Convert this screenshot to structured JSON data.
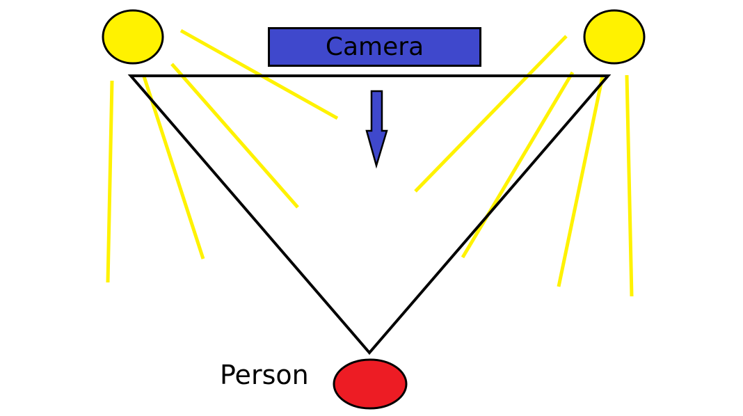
{
  "labels": {
    "camera": "Camera",
    "person": "Person"
  },
  "colors": {
    "light": "#fff200",
    "camera": "#3f48cc",
    "person": "#ed1c24",
    "outline": "#000000",
    "background": "#ffffff"
  },
  "icons": {
    "light_left": "light-circle",
    "light_right": "light-circle",
    "camera_direction": "down-arrow",
    "person": "person-ellipse"
  }
}
